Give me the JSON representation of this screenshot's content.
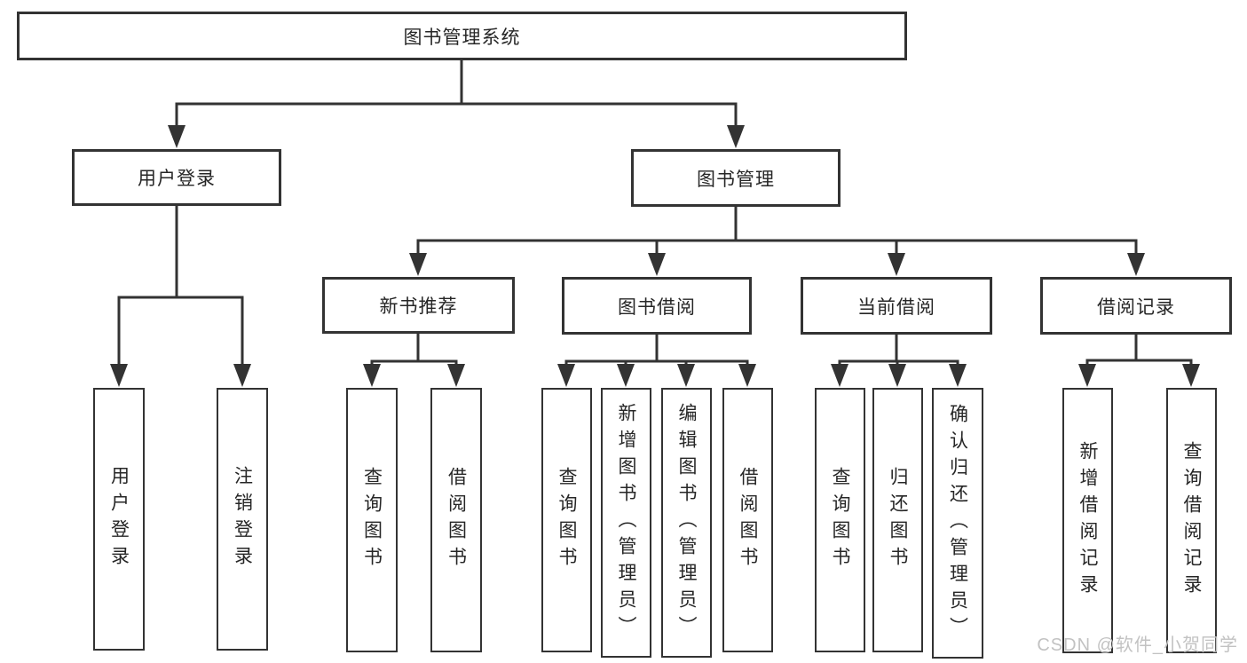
{
  "diagram": {
    "root": "图书管理系统",
    "branches": [
      {
        "label": "用户登录",
        "children": [
          "用户登录",
          "注销登录"
        ]
      },
      {
        "label": "图书管理",
        "groups": [
          {
            "label": "新书推荐",
            "children": [
              "查询图书",
              "借阅图书"
            ]
          },
          {
            "label": "图书借阅",
            "children": [
              "查询图书",
              "新增图书（管理员）",
              "编辑图书（管理员）",
              "借阅图书"
            ]
          },
          {
            "label": "当前借阅",
            "children": [
              "查询图书",
              "归还图书",
              "确认归还（管理员）"
            ]
          },
          {
            "label": "借阅记录",
            "children": [
              "新增借阅记录",
              "查询借阅记录"
            ]
          }
        ]
      }
    ]
  },
  "watermark": "CSDN @软件_小贺同学",
  "colors": {
    "line": "#333333",
    "border": "#333333",
    "text": "#262626",
    "watermark": "#c2c2c2",
    "background": "#ffffff"
  }
}
